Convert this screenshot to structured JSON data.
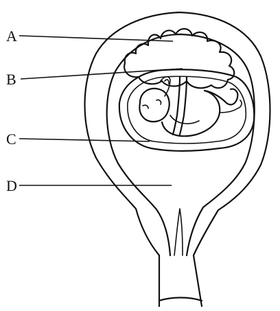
{
  "labels": [
    {
      "key": "A",
      "text": "A"
    },
    {
      "key": "B",
      "text": "B"
    },
    {
      "key": "C",
      "text": "C"
    },
    {
      "key": "D",
      "text": "D"
    }
  ]
}
